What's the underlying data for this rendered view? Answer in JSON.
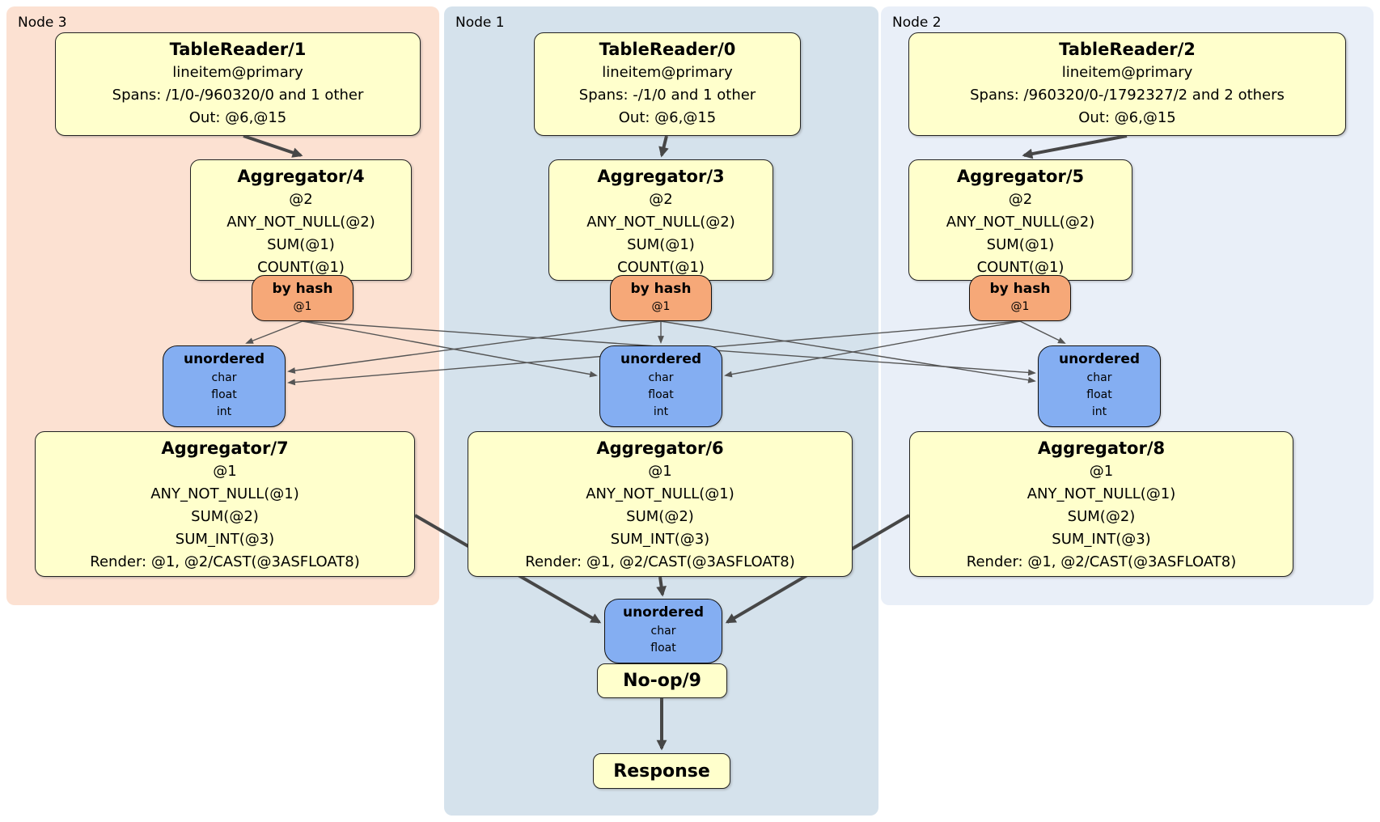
{
  "diagram_type": "distributed SQL physical plan",
  "colors": {
    "node3_panel": "#fce1d2",
    "node1_panel": "#d5e2ec",
    "node2_panel": "#e9eff8",
    "processor_box": "#ffffcc",
    "router_box": "#f6a878",
    "stream_box": "#84aef2",
    "thick_arrow": "#474747",
    "thin_edge": "#555555"
  },
  "panels": {
    "node3": {
      "label": "Node 3"
    },
    "node1": {
      "label": "Node 1"
    },
    "node2": {
      "label": "Node 2"
    }
  },
  "processors": {
    "tr1": {
      "title": "TableReader/1",
      "lines": [
        "lineitem@primary",
        "Spans: /1/0-/960320/0 and 1 other",
        "Out: @6,@15"
      ]
    },
    "tr0": {
      "title": "TableReader/0",
      "lines": [
        "lineitem@primary",
        "Spans: -/1/0 and 1 other",
        "Out: @6,@15"
      ]
    },
    "tr2": {
      "title": "TableReader/2",
      "lines": [
        "lineitem@primary",
        "Spans: /960320/0-/1792327/2 and 2 others",
        "Out: @6,@15"
      ]
    },
    "agg4": {
      "title": "Aggregator/4",
      "lines": [
        "@2",
        "ANY_NOT_NULL(@2)",
        "SUM(@1)",
        "COUNT(@1)"
      ]
    },
    "agg3": {
      "title": "Aggregator/3",
      "lines": [
        "@2",
        "ANY_NOT_NULL(@2)",
        "SUM(@1)",
        "COUNT(@1)"
      ]
    },
    "agg5": {
      "title": "Aggregator/5",
      "lines": [
        "@2",
        "ANY_NOT_NULL(@2)",
        "SUM(@1)",
        "COUNT(@1)"
      ]
    },
    "agg7": {
      "title": "Aggregator/7",
      "lines": [
        "@1",
        "ANY_NOT_NULL(@1)",
        "SUM(@2)",
        "SUM_INT(@3)",
        "Render: @1, @2/CAST(@3ASFLOAT8)"
      ]
    },
    "agg6": {
      "title": "Aggregator/6",
      "lines": [
        "@1",
        "ANY_NOT_NULL(@1)",
        "SUM(@2)",
        "SUM_INT(@3)",
        "Render: @1, @2/CAST(@3ASFLOAT8)"
      ]
    },
    "agg8": {
      "title": "Aggregator/8",
      "lines": [
        "@1",
        "ANY_NOT_NULL(@1)",
        "SUM(@2)",
        "SUM_INT(@3)",
        "Render: @1, @2/CAST(@3ASFLOAT8)"
      ]
    },
    "noop": {
      "title": "No-op/9"
    },
    "response": {
      "title": "Response"
    }
  },
  "routers": {
    "bh4": {
      "title": "by hash",
      "detail": "@1"
    },
    "bh3": {
      "title": "by hash",
      "detail": "@1"
    },
    "bh5": {
      "title": "by hash",
      "detail": "@1"
    }
  },
  "streams": {
    "u7": {
      "title": "unordered",
      "types": [
        "char",
        "float",
        "int"
      ]
    },
    "u6": {
      "title": "unordered",
      "types": [
        "char",
        "float",
        "int"
      ]
    },
    "u8": {
      "title": "unordered",
      "types": [
        "char",
        "float",
        "int"
      ]
    },
    "ufinal": {
      "title": "unordered",
      "types": [
        "char",
        "float"
      ]
    }
  },
  "edges": [
    {
      "from": "tr1",
      "to": "agg4"
    },
    {
      "from": "tr0",
      "to": "agg3"
    },
    {
      "from": "tr2",
      "to": "agg5"
    },
    {
      "from": "agg4",
      "to": "bh4"
    },
    {
      "from": "agg3",
      "to": "bh3"
    },
    {
      "from": "agg5",
      "to": "bh5"
    },
    {
      "from": "bh4",
      "to": "u7"
    },
    {
      "from": "bh4",
      "to": "u6"
    },
    {
      "from": "bh4",
      "to": "u8"
    },
    {
      "from": "bh3",
      "to": "u7"
    },
    {
      "from": "bh3",
      "to": "u6"
    },
    {
      "from": "bh3",
      "to": "u8"
    },
    {
      "from": "bh5",
      "to": "u7"
    },
    {
      "from": "bh5",
      "to": "u6"
    },
    {
      "from": "bh5",
      "to": "u8"
    },
    {
      "from": "u7",
      "to": "agg7"
    },
    {
      "from": "u6",
      "to": "agg6"
    },
    {
      "from": "u8",
      "to": "agg8"
    },
    {
      "from": "agg7",
      "to": "ufinal"
    },
    {
      "from": "agg6",
      "to": "ufinal"
    },
    {
      "from": "agg8",
      "to": "ufinal"
    },
    {
      "from": "ufinal",
      "to": "noop"
    },
    {
      "from": "noop",
      "to": "response"
    }
  ]
}
